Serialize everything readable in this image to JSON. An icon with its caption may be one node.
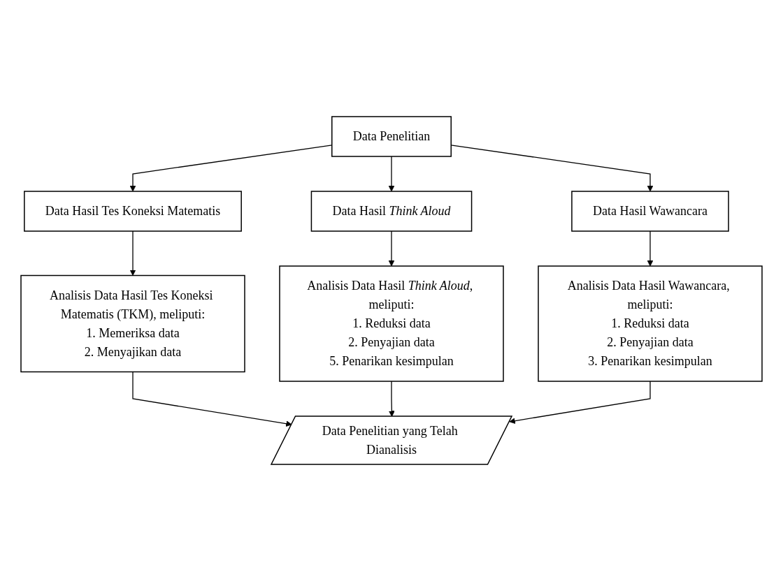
{
  "diagram": {
    "nodes": [
      {
        "text": [
          "Data Penelitian"
        ]
      },
      {
        "text": [
          "Data Hasil Tes Koneksi Matematis"
        ]
      },
      {
        "text": [
          "Data Hasil *Think Aloud*"
        ]
      },
      {
        "text": [
          "Data Hasil Wawancara"
        ]
      },
      {
        "text": [
          "Analisis Data Hasil Tes Koneksi Matematis (TKM), meliputi:",
          "1. Memeriksa data",
          "2. Menyajikan data"
        ]
      },
      {
        "text": [
          "Analisis Data Hasil *Think Aloud*, meliputi:",
          "1. Reduksi data",
          "2. Penyajian data",
          "5. Penarikan kesimpulan"
        ]
      },
      {
        "text": [
          "Analisis Data Hasil Wawancara, meliputi:",
          "1. Reduksi data",
          "2. Penyajian data",
          "3. Penarikan kesimpulan"
        ]
      },
      {
        "text": [
          "Data Penelitian yang Telah Dianalisis"
        ]
      }
    ],
    "edges": [
      {
        "from": 0,
        "to": 1,
        "arrow": "to"
      },
      {
        "from": 0,
        "to": 2,
        "arrow": "to"
      },
      {
        "from": 0,
        "to": 3,
        "arrow": "to"
      },
      {
        "from": 1,
        "to": 4,
        "arrow": "to"
      },
      {
        "from": 2,
        "to": 5,
        "arrow": "to"
      },
      {
        "from": 3,
        "to": 6,
        "arrow": "to"
      },
      {
        "from": 4,
        "to": 7,
        "arrow": "to"
      },
      {
        "from": 5,
        "to": 7,
        "arrow": "to"
      },
      {
        "from": 6,
        "to": 7,
        "arrow": "to"
      }
    ]
  }
}
